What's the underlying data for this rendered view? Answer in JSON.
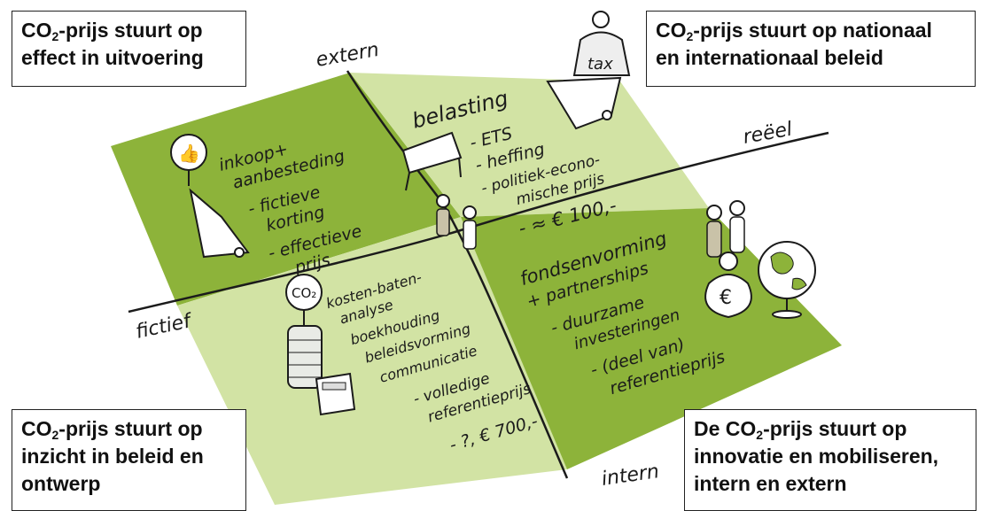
{
  "axes": {
    "top": "extern",
    "bottom": "intern",
    "left": "fictief",
    "right": "reëel"
  },
  "boxes": {
    "top_left": {
      "pre": "CO",
      "sub": "2",
      "post_line1": "-prijs stuurt op",
      "line2": "effect in uitvoering"
    },
    "top_right": {
      "pre": "CO",
      "sub": "2",
      "post_line1": "-prijs stuurt op nationaal",
      "line2": "en internationaal beleid"
    },
    "bottom_left": {
      "pre": "CO",
      "sub": "2",
      "post_line1": "-prijs stuurt op",
      "line2": "inzicht in beleid en",
      "line3": "ontwerp"
    },
    "bottom_right": {
      "lead": "De CO",
      "sub": "2",
      "post_line1": "-prijs stuurt op",
      "line2": "innovatie en mobiliseren,",
      "line3": "intern en extern"
    }
  },
  "quadrants": {
    "top_left": [
      "inkoop+",
      "aanbesteding",
      "- fictieve",
      "korting",
      "- effectieve",
      "prijs"
    ],
    "top_right": [
      "belasting",
      "- ETS",
      "- heffing",
      "- politiek-econo-",
      "mische prijs",
      "- ≈ € 100,-"
    ],
    "bottom_left": [
      "kosten-baten-",
      "analyse",
      "boekhouding",
      "beleidsvorming",
      "communicatie",
      "- volledige",
      "referentieprijs",
      "- ?, € 700,-"
    ],
    "bottom_right": [
      "fondsenvorming",
      "+ partnerships",
      "- duurzame",
      "investeringen",
      "- (deel van)",
      "referentieprijs"
    ]
  },
  "icons": {
    "tax_weight": "tax",
    "co2_bubble": "CO₂",
    "money_bag": "€",
    "thumbs_up": "👍"
  },
  "colors": {
    "dark_green": "#8db33a",
    "light_green": "#d2e3a4",
    "ink": "#1b1b1b"
  }
}
